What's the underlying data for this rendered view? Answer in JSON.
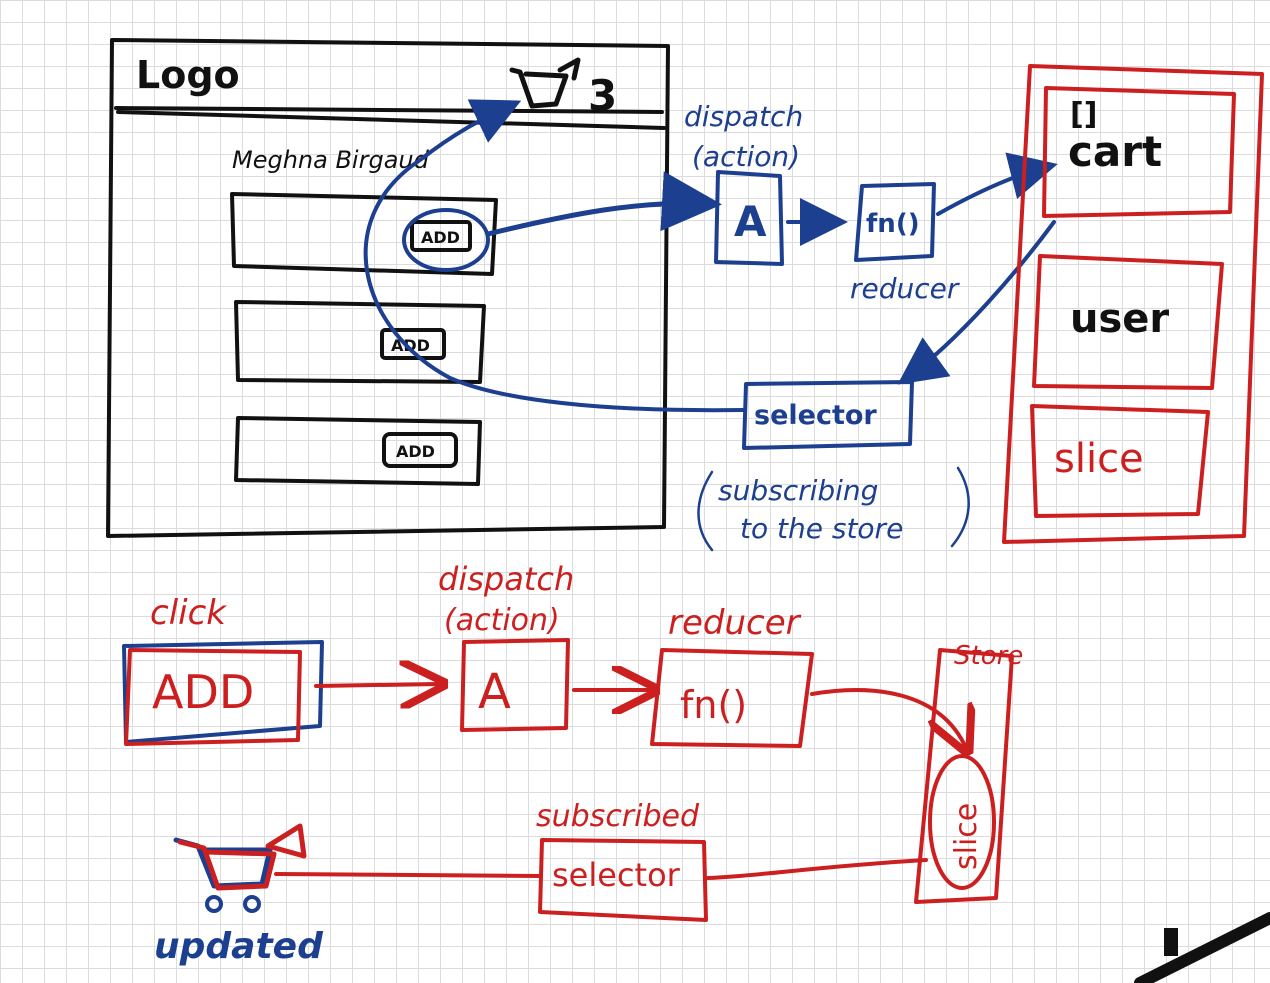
{
  "mockup": {
    "logo": "Logo",
    "cart_count": "3",
    "user_name": "Meghna Birgaud",
    "add_buttons": [
      "ADD",
      "ADD",
      "ADD"
    ]
  },
  "top_flow": {
    "dispatch_label": "dispatch",
    "action_label": "(action)",
    "action_box": "A",
    "reducer_box": "fn()",
    "reducer_label": "reducer",
    "selector_box": "selector",
    "subscribing_line1": "subscribing",
    "subscribing_line2": "to the store"
  },
  "store": {
    "cart_brackets": "[]",
    "slices": [
      "cart",
      "user",
      "slice"
    ]
  },
  "bottom_flow": {
    "click_label": "click",
    "add_box": "ADD",
    "dispatch_label": "dispatch",
    "action_label": "(action)",
    "action_box": "A",
    "reducer_label": "reducer",
    "reducer_box": "fn()",
    "store_label": "Store",
    "slice_label": "slice",
    "subscribed_label": "subscribed",
    "selector_box": "selector",
    "updated_label": "updated"
  },
  "colors": {
    "blue_ink": "#1c3f8f",
    "red_ink": "#cc1f1f",
    "black_ink": "#111111",
    "grid": "#dcdcdc"
  }
}
